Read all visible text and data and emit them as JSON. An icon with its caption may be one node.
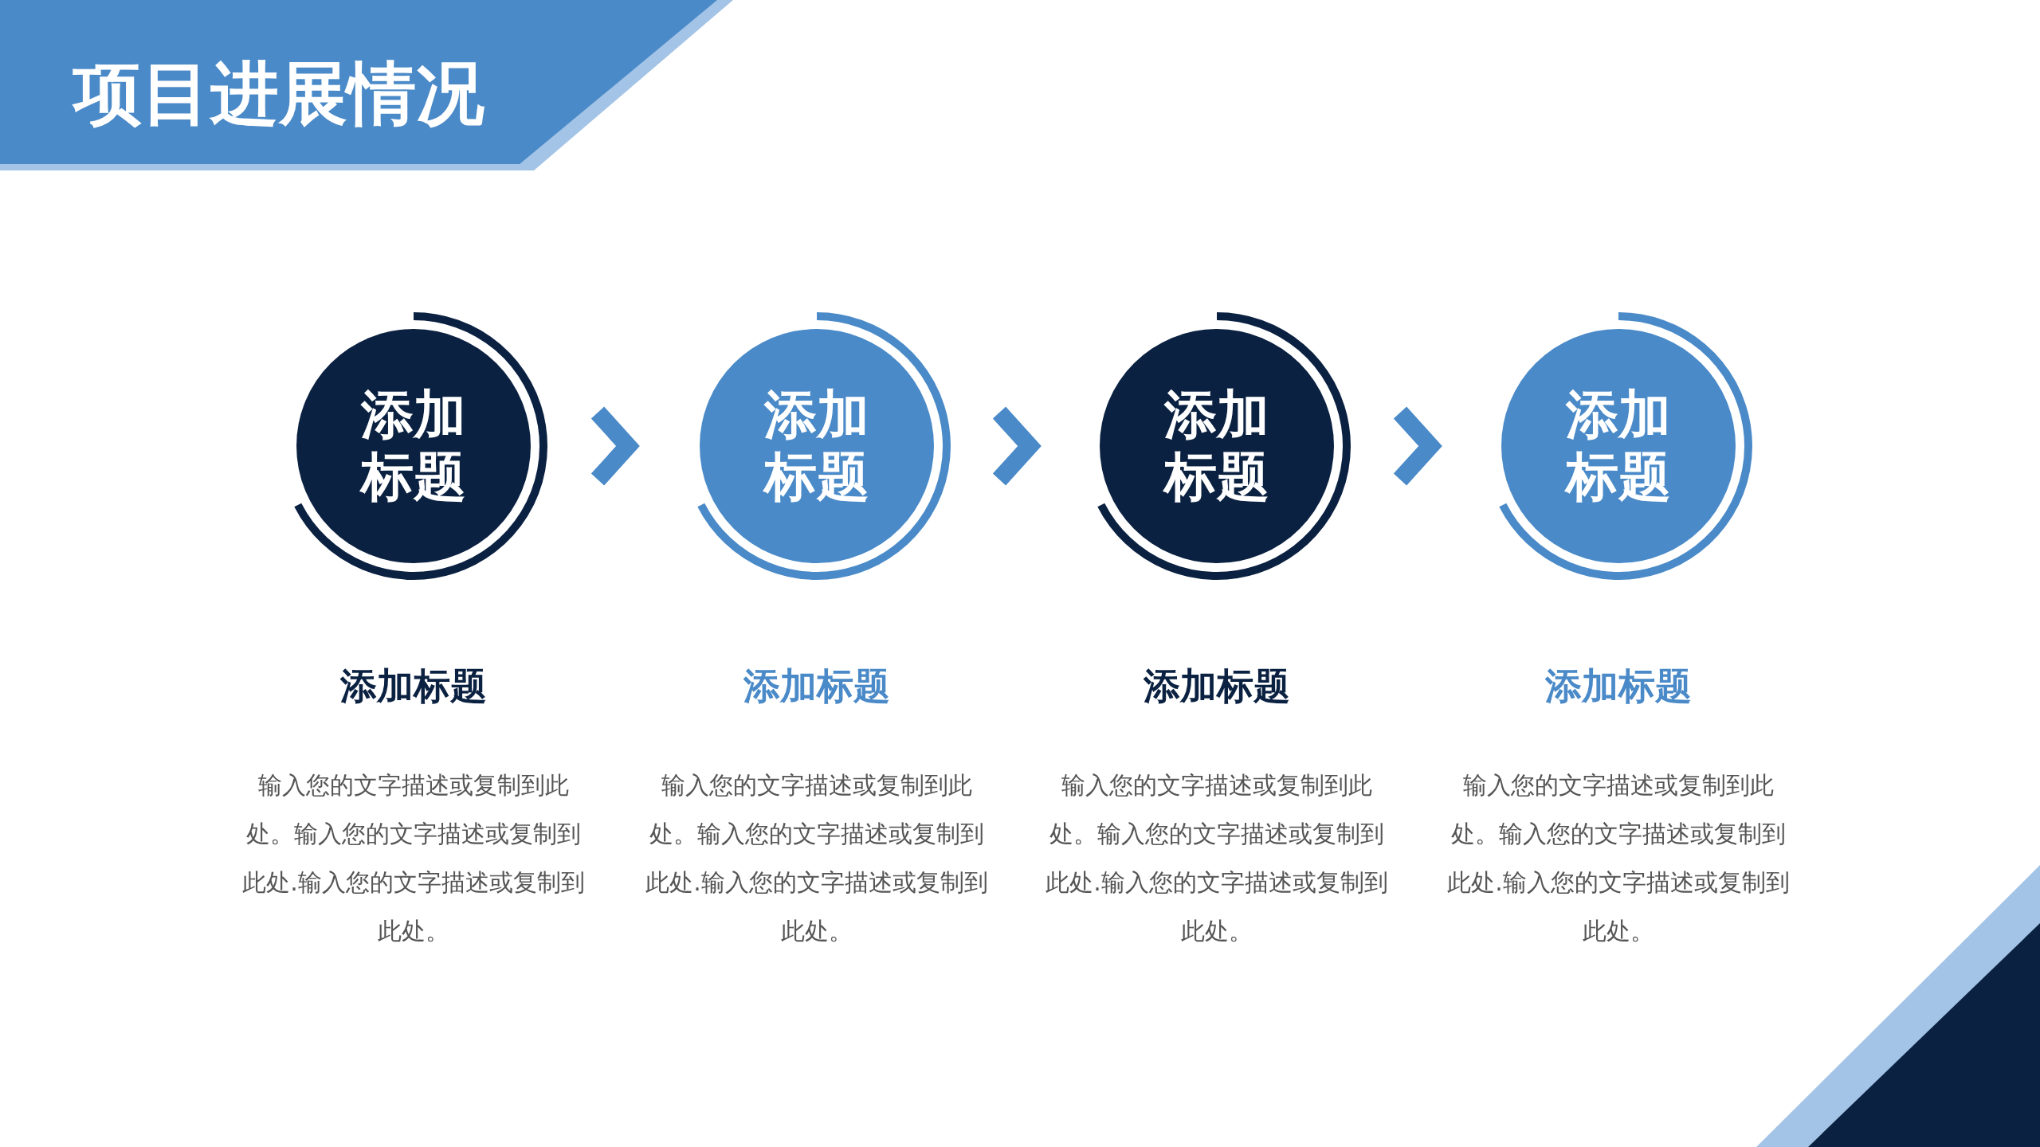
{
  "diagram": {
    "title": "项目进展情况",
    "nodes": [
      {
        "text": [
          "添加标题"
        ],
        "beside": [
          "添加标题",
          "输入您的文字描述或复制到此处。输入您的文字描述或复制到此处.输入您的文字描述或复制到此处。"
        ]
      },
      {
        "text": [
          "添加标题"
        ],
        "beside": [
          "添加标题",
          "输入您的文字描述或复制到此处。输入您的文字描述或复制到此处.输入您的文字描述或复制到此处。"
        ]
      },
      {
        "text": [
          "添加标题"
        ],
        "beside": [
          "添加标题",
          "输入您的文字描述或复制到此处。输入您的文字描述或复制到此处.输入您的文字描述或复制到此处。"
        ]
      },
      {
        "text": [
          "添加标题"
        ],
        "beside": [
          "添加标题",
          "输入您的文字描述或复制到此处。输入您的文字描述或复制到此处.输入您的文字描述或复制到此处。"
        ]
      }
    ],
    "edges": [
      {
        "from": 0,
        "to": 1,
        "arrow": "to"
      },
      {
        "from": 1,
        "to": 2,
        "arrow": "to"
      },
      {
        "from": 2,
        "to": 3,
        "arrow": "to"
      }
    ]
  }
}
